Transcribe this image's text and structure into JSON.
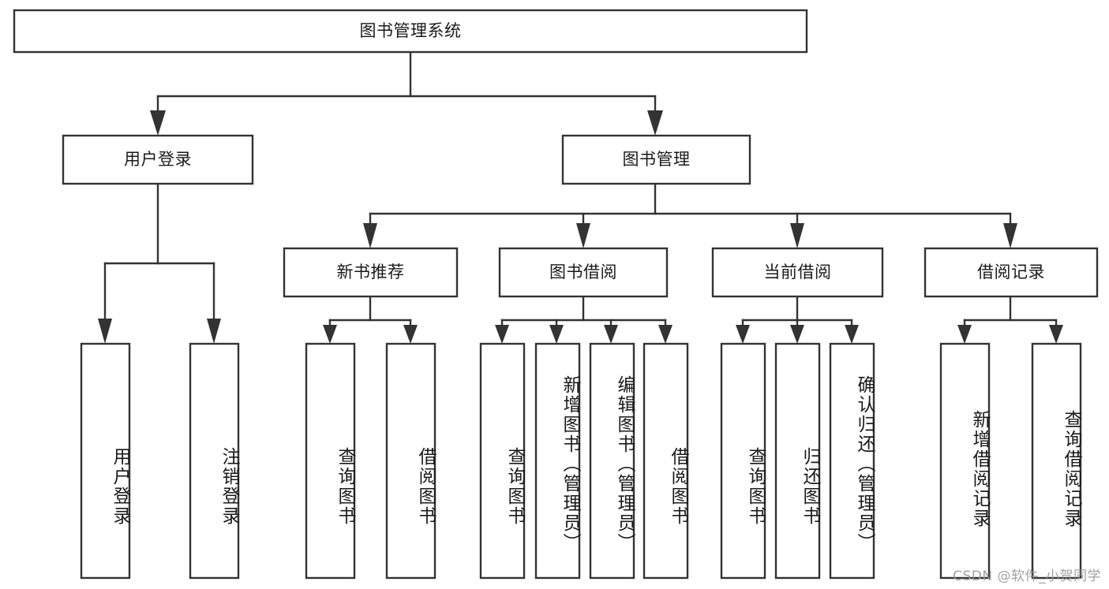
{
  "diagram": {
    "title": "图书管理系统",
    "type": "tree-hierarchy-functional-decomposition",
    "colors": {
      "box_stroke": "#333333",
      "box_fill": "#ffffff",
      "connector": "#333333",
      "text": "#1a1a1a",
      "watermark": "#9a9a9a",
      "background": "#ffffff"
    },
    "nodes": {
      "root": {
        "label": "图书管理系统",
        "orientation": "horizontal"
      },
      "level2": [
        {
          "id": "user-login",
          "label": "用户登录",
          "orientation": "horizontal"
        },
        {
          "id": "book-manage",
          "label": "图书管理",
          "orientation": "horizontal"
        }
      ],
      "level3": [
        {
          "id": "new-book-recommend",
          "label": "新书推荐",
          "orientation": "horizontal"
        },
        {
          "id": "book-borrow",
          "label": "图书借阅",
          "orientation": "horizontal"
        },
        {
          "id": "current-borrow",
          "label": "当前借阅",
          "orientation": "horizontal"
        },
        {
          "id": "borrow-record",
          "label": "借阅记录",
          "orientation": "horizontal"
        }
      ],
      "leaves": [
        {
          "id": "leaf-user-login",
          "label": "用户登录",
          "parent": "user-login",
          "orientation": "vertical"
        },
        {
          "id": "leaf-user-logout",
          "label": "注销登录",
          "parent": "user-login",
          "orientation": "vertical"
        },
        {
          "id": "leaf-query-book-1",
          "label": "查询图书",
          "parent": "new-book-recommend",
          "orientation": "vertical"
        },
        {
          "id": "leaf-borrow-book-1",
          "label": "借阅图书",
          "parent": "new-book-recommend",
          "orientation": "vertical"
        },
        {
          "id": "leaf-query-book-2",
          "label": "查询图书",
          "parent": "book-borrow",
          "orientation": "vertical"
        },
        {
          "id": "leaf-add-book",
          "label": "新增图书（管理员）",
          "parent": "book-borrow",
          "orientation": "vertical"
        },
        {
          "id": "leaf-edit-book",
          "label": "编辑图书（管理员）",
          "parent": "book-borrow",
          "orientation": "vertical"
        },
        {
          "id": "leaf-borrow-book-2",
          "label": "借阅图书",
          "parent": "book-borrow",
          "orientation": "vertical"
        },
        {
          "id": "leaf-query-book-3",
          "label": "查询图书",
          "parent": "current-borrow",
          "orientation": "vertical"
        },
        {
          "id": "leaf-return-book",
          "label": "归还图书",
          "parent": "current-borrow",
          "orientation": "vertical"
        },
        {
          "id": "leaf-confirm-return",
          "label": "确认归还（管理员）",
          "parent": "current-borrow",
          "orientation": "vertical"
        },
        {
          "id": "leaf-add-record",
          "label": "新增借阅记录",
          "parent": "borrow-record",
          "orientation": "vertical"
        },
        {
          "id": "leaf-query-record",
          "label": "查询借阅记录",
          "parent": "borrow-record",
          "orientation": "vertical"
        }
      ]
    },
    "watermark": "CSDN @软件_小贺同学"
  }
}
